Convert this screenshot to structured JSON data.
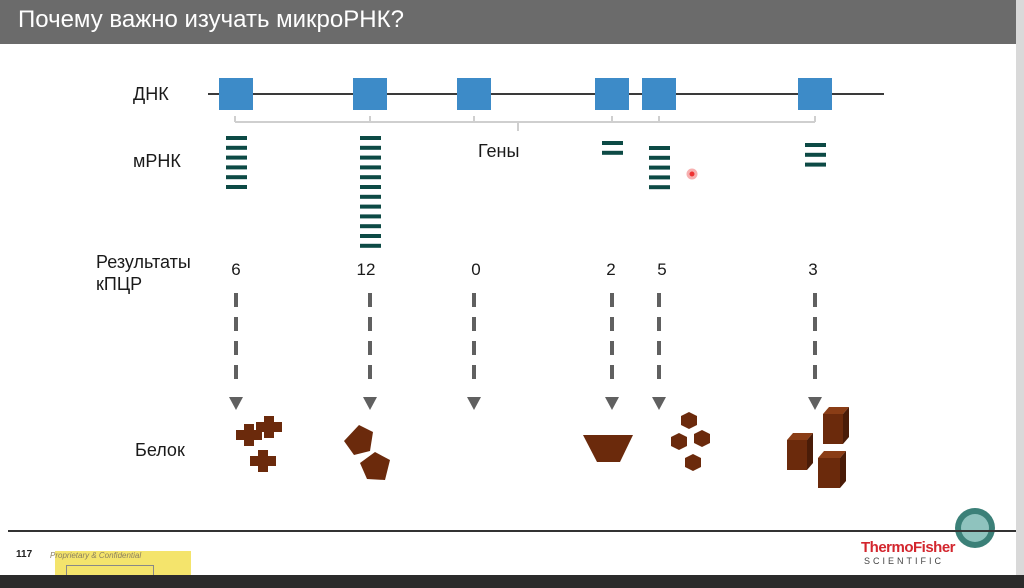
{
  "title": "Почему важно изучать микроРНК?",
  "labels": {
    "dna": "ДНК",
    "mrna": "мРНК",
    "genes": "Гены",
    "qpcr_line1": "Результаты",
    "qpcr_line2": "кПЦР",
    "protein": "Белок"
  },
  "genes": [
    {
      "mrna_count": 6,
      "qpcr": "6",
      "protein": "crosses"
    },
    {
      "mrna_count": 12,
      "qpcr": "12",
      "protein": "pentagons"
    },
    {
      "mrna_count": 0,
      "qpcr": "0",
      "protein": "none"
    },
    {
      "mrna_count": 2,
      "qpcr": "2",
      "protein": "trapezoid"
    },
    {
      "mrna_count": 5,
      "qpcr": "5",
      "protein": "hexagons"
    },
    {
      "mrna_count": 3,
      "qpcr": "3",
      "protein": "cubes"
    }
  ],
  "colors": {
    "gene_box": "#3d8bc8",
    "mrna": "#0d4a45",
    "protein": "#6b2a0c",
    "arrow": "#606060"
  },
  "footer": {
    "page_number": "117",
    "confidential": "Proprietary & Confidential",
    "logo_line1": "ThermoFisher",
    "logo_line2": "SCIENTIFIC"
  }
}
